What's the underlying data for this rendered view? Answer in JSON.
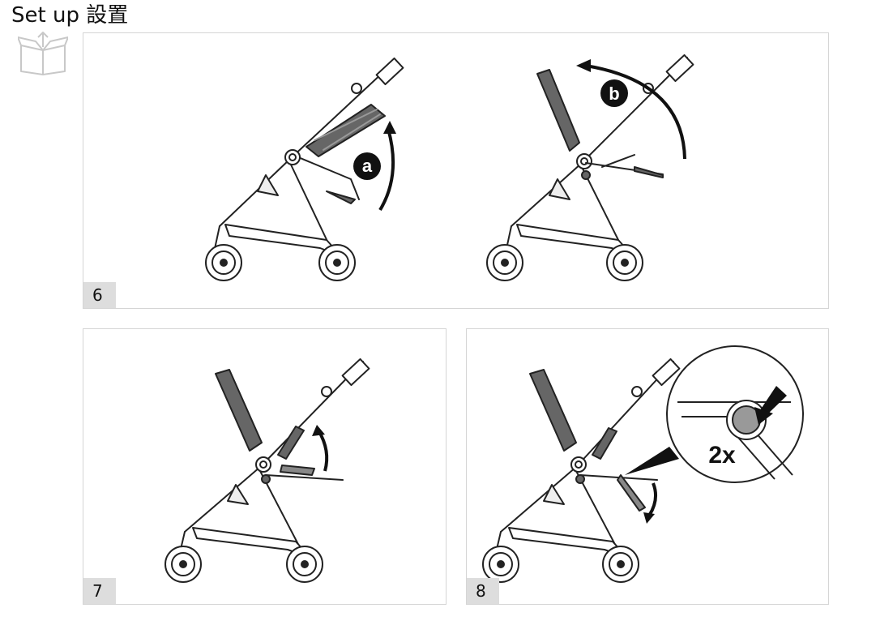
{
  "page": {
    "title": "Set up 設置"
  },
  "icons": {
    "header_icon": "box-unpack-icon"
  },
  "steps": [
    {
      "number": "6",
      "labels": [
        "a",
        "b"
      ]
    },
    {
      "number": "7"
    },
    {
      "number": "8",
      "zoom_label": "2x"
    }
  ]
}
